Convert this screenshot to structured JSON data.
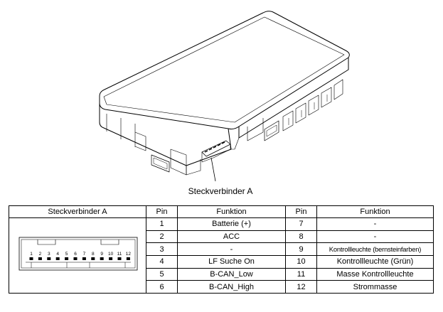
{
  "diagram": {
    "callout_label": "Steckverbinder A"
  },
  "table": {
    "headers": [
      "Steckverbinder A",
      "Pin",
      "Funktion",
      "Pin",
      "Funktion"
    ],
    "rows": [
      {
        "pin_left": "1",
        "func_left": "Batterie (+)",
        "pin_right": "7",
        "func_right": "-"
      },
      {
        "pin_left": "2",
        "func_left": "ACC",
        "pin_right": "8",
        "func_right": "-"
      },
      {
        "pin_left": "3",
        "func_left": "-",
        "pin_right": "9",
        "func_right": "Kontrollleuchte (bernsteinfarben)"
      },
      {
        "pin_left": "4",
        "func_left": "LF Suche On",
        "pin_right": "10",
        "func_right": "Kontrollleuchte (Grün)"
      },
      {
        "pin_left": "5",
        "func_left": "B-CAN_Low",
        "pin_right": "11",
        "func_right": "Masse Kontrollleuchte"
      },
      {
        "pin_left": "6",
        "func_left": "B-CAN_High",
        "pin_right": "12",
        "func_right": "Strommasse"
      }
    ],
    "connector_pins": [
      "1",
      "2",
      "3",
      "4",
      "5",
      "6",
      "7",
      "8",
      "9",
      "10",
      "11",
      "12"
    ]
  }
}
